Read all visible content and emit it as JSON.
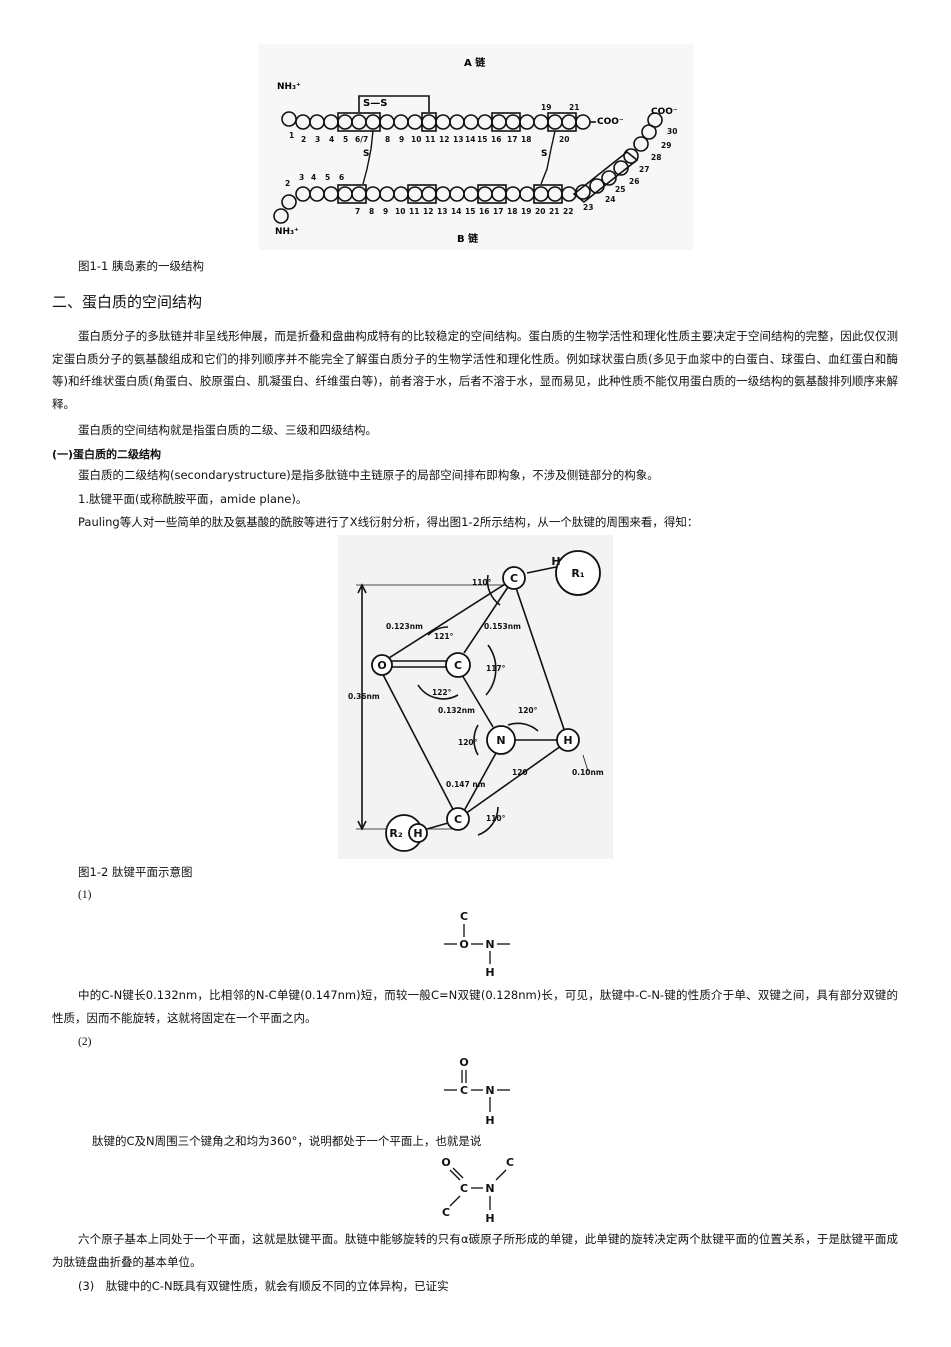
{
  "fig1": {
    "chain_a_label": "A 链",
    "chain_b_label": "B 链",
    "nh3_top": "NH₃⁺",
    "nh3_bottom": "NH₃⁺",
    "coo_a": "COO⁻",
    "coo_b": "COO⁻",
    "ss_label": "S—S",
    "caption": "图1-1 胰岛素的一级结构"
  },
  "section_heading": "二、蛋白质的空间结构",
  "paragraph_1": "蛋白质分子的多肽链并非呈线形伸展，而是折叠和盘曲构成特有的比较稳定的空间结构。蛋白质的生物学活性和理化性质主要决定于空间结构的完整，因此仅仅测定蛋白质分子的氨基酸组成和它们的排列顺序并不能完全了解蛋白质分子的生物学活性和理化性质。例如球状蛋白质(多见于血浆中的白蛋白、球蛋白、血红蛋白和酶等)和纤维状蛋白质(角蛋白、胶原蛋白、肌凝蛋白、纤维蛋白等)，前者溶于水，后者不溶于水，显而易见，此种性质不能仅用蛋白质的一级结构的氨基酸排列顺序来解释。",
  "paragraph_2": "蛋白质的空间结构就是指蛋白质的二级、三级和四级结构。",
  "subheading_1": "(一)蛋白质的二级结构",
  "line_secondary": "蛋白质的二级结构(secondarystructure)是指多肽链中主链原子的局部空间排布即构象，不涉及侧链部分的构象。",
  "line_amide": "1.肽键平面(或称酰胺平面，amide plane)。",
  "line_pauling": "Pauling等人对一些简单的肽及氨基酸的酰胺等进行了X线衍射分析，得出图1-2所示结构，从一个肽键的周围来看，得知：",
  "fig2": {
    "atom_c_top": "C",
    "atom_h_top": "H",
    "atom_r1": "R₁",
    "atom_o": "O",
    "atom_c_mid": "C",
    "atom_n": "N",
    "atom_h_right": "H",
    "atom_c_bottom": "C",
    "atom_r2": "R₂",
    "atom_h_bottom": "H",
    "label_110_top": "110°",
    "label_0123": "0.123nm",
    "label_121": "121°",
    "label_0153": "0.153nm",
    "label_117": "117°",
    "label_122": "122°",
    "label_0132": "0.132nm",
    "label_120_a": "120°",
    "label_120_b": "120°",
    "label_036": "0.36nm",
    "label_120_c": "120",
    "label_010": "0.10nm",
    "label_0147": "0.147 nm",
    "label_110_bottom": "110°",
    "caption": "图1-2 肽键平面示意图"
  },
  "item_1": "(1)",
  "struct_1": {
    "c": "C",
    "o": "O",
    "n": "N",
    "h": "H"
  },
  "paragraph_3": "中的C-N键长0.132nm，比相邻的N-C单键(0.147nm)短，而较一般C=N双键(0.128nm)长，可见，肽键中-C-N-键的性质介于单、双键之间，具有部分双键的性质，因而不能旋转，这就将固定在一个平面之内。",
  "item_2": "(2)",
  "struct_2": {
    "o": "O",
    "c": "C",
    "n": "N",
    "h": "H"
  },
  "line_angles": "肽键的C及N周围三个键角之和均为360°，说明都处于一个平面上，也就是说",
  "struct_3": {
    "o": "O",
    "c_top": "C",
    "c_mid": "C",
    "n": "N",
    "c_bottom": "C",
    "h": "H"
  },
  "paragraph_4": "六个原子基本上同处于一个平面，这就是肽键平面。肽链中能够旋转的只有α碳原子所形成的单键，此单键的旋转决定两个肽键平面的位置关系，于是肽键平面成为肽链盘曲折叠的基本单位。",
  "line_item3": "(3)　肽键中的C-N既具有双键性质，就会有顺反不同的立体异构，已证实"
}
